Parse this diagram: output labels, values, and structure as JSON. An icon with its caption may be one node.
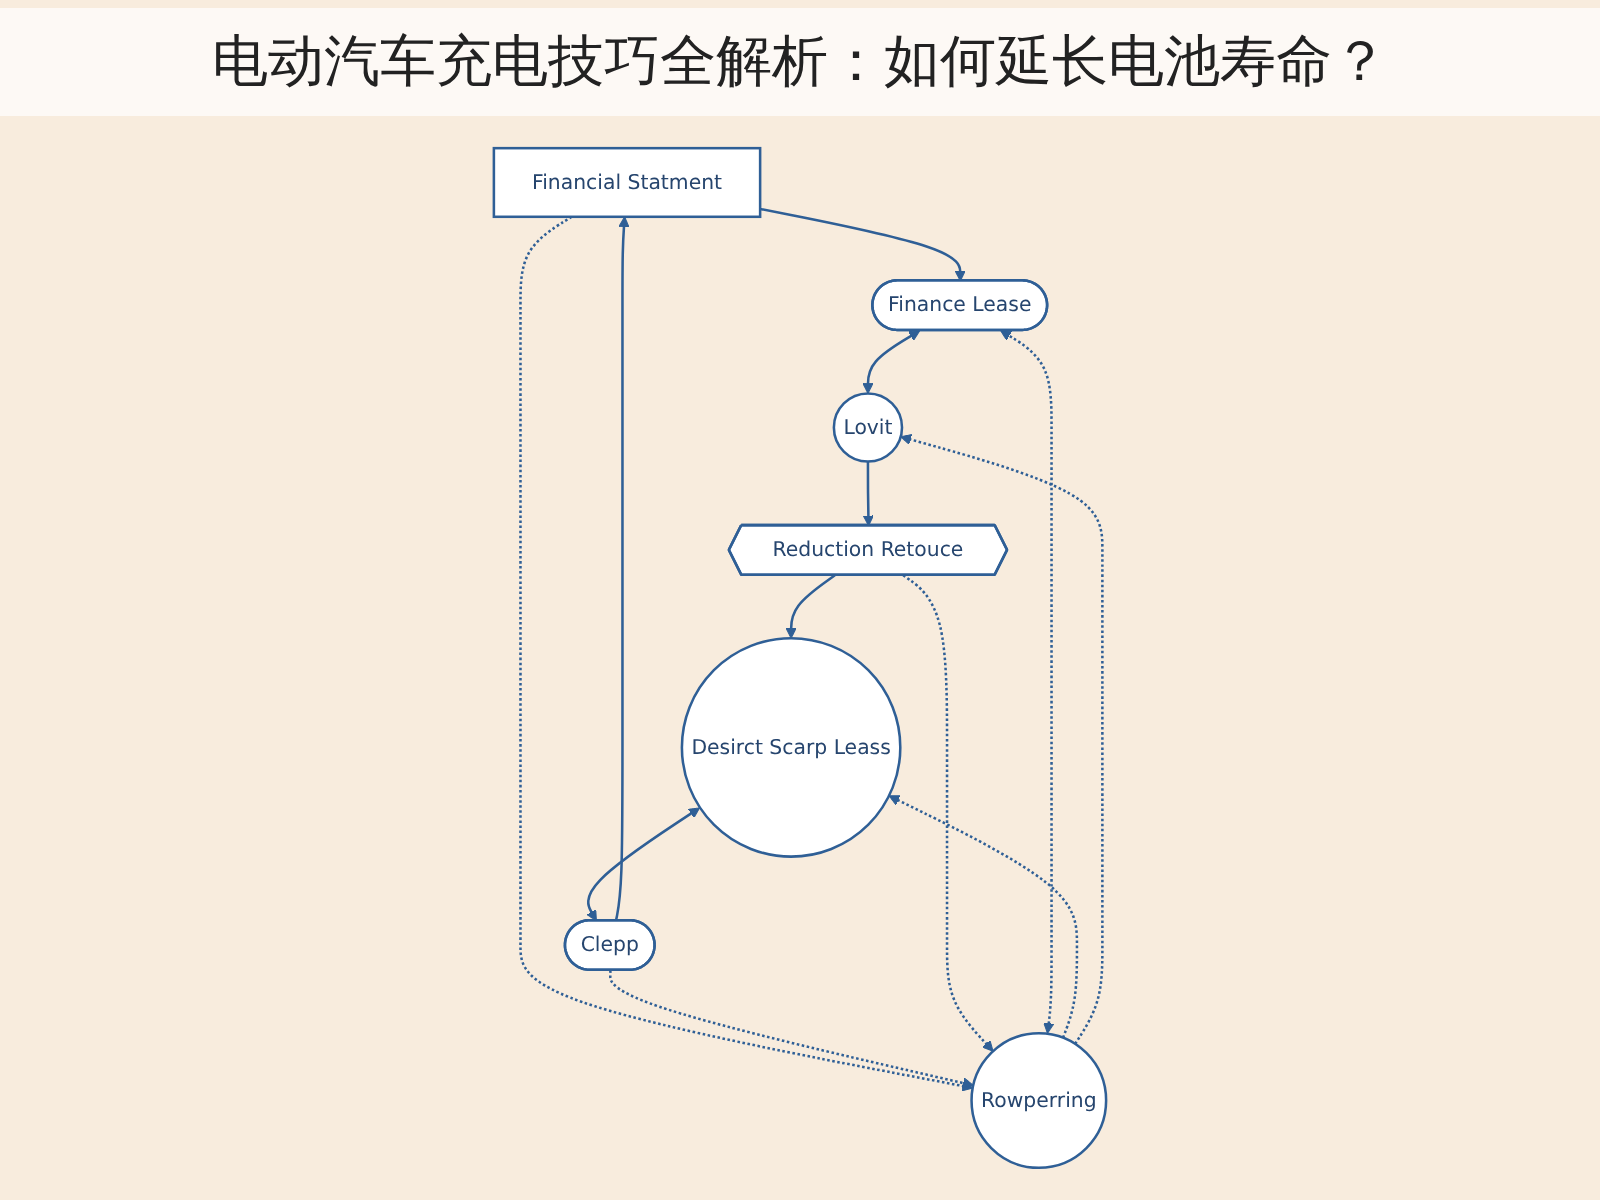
{
  "diagram": {
    "title": "电动汽车充电技巧全解析：如何延长电池寿命？",
    "nodes": [
      {
        "text": [
          "Financial Statment"
        ]
      },
      {
        "text": [
          "Clepp"
        ]
      },
      {
        "text": [
          "Finance Lease"
        ]
      },
      {
        "text": [
          "Rowperring"
        ]
      },
      {
        "text": [
          "Desirct Scarp Leass"
        ]
      },
      {
        "text": [
          "Lovit"
        ]
      },
      {
        "text": [
          "Reduction Retouce"
        ]
      }
    ],
    "edges": [
      {
        "from": 1,
        "to": 0,
        "arrow": "to"
      },
      {
        "from": 0,
        "to": 2,
        "arrow": "to"
      },
      {
        "from": 2,
        "to": 5,
        "arrow": "both"
      },
      {
        "from": 5,
        "to": 6,
        "arrow": "to"
      },
      {
        "from": 6,
        "to": 4,
        "arrow": "to"
      },
      {
        "from": 4,
        "to": 1,
        "arrow": "both"
      },
      {
        "from": 0,
        "to": 3,
        "arrow": "to",
        "style": "dashed"
      },
      {
        "from": 1,
        "to": 3,
        "arrow": "to",
        "style": "dashed"
      },
      {
        "from": 3,
        "to": 2,
        "arrow": "both",
        "style": "dashed"
      },
      {
        "from": 3,
        "to": 4,
        "arrow": "to",
        "style": "dashed"
      },
      {
        "from": 3,
        "to": 5,
        "arrow": "to",
        "style": "dashed"
      },
      {
        "from": 6,
        "to": 3,
        "arrow": "to",
        "style": "dashed"
      }
    ]
  }
}
